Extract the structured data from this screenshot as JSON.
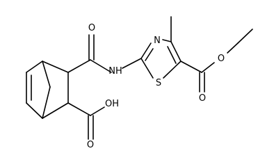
{
  "atoms": {
    "N_ring": "N",
    "S_ring": "S",
    "NH": "NH",
    "O_amide": "O",
    "OH_acid": "OH",
    "O_acid": "O",
    "O_ester_carbonyl": "O",
    "O_ester": "O"
  }
}
